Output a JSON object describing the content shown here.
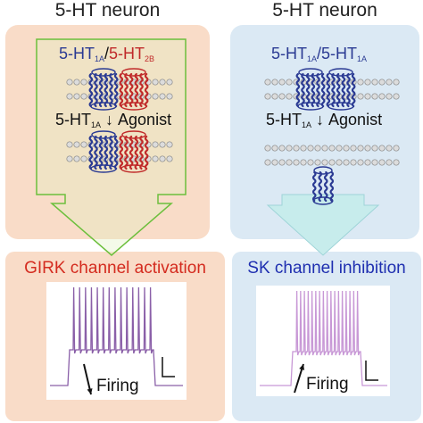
{
  "panels": {
    "left": {
      "heading": "5-HT neuron",
      "receptor": {
        "a": "5-HT",
        "a_sub": "1A",
        "slash": "/",
        "b": "5-HT",
        "b_sub": "2B"
      },
      "agonist": {
        "pre": "5-HT",
        "sub": "1A",
        "post": "Agonist"
      },
      "result": "GIRK channel activation",
      "firing": "Firing"
    },
    "right": {
      "heading": "5-HT neuron",
      "receptor": {
        "a": "5-HT",
        "a_sub": "1A",
        "slash": "/",
        "b": "5-HT",
        "b_sub": "1A"
      },
      "agonist": {
        "pre": "5-HT",
        "sub": "1A",
        "post": "Agonist"
      },
      "result": "SK channel inhibition",
      "firing": "Firing"
    }
  },
  "colors": {
    "left_bg": "#f9dcc8",
    "right_bg": "#dbe9f4",
    "left_arrow": "#dff0c0",
    "right_arrow": "#c7ecec",
    "frame_green": "#6cbf3c",
    "receptor_blue": "#2a3a93",
    "receptor_red": "#c02a2a",
    "result_red": "#d42b1f",
    "result_blue": "#1f2fb0",
    "trace_purple": "#8a5fa8",
    "trace_pink": "#c898d6"
  },
  "icons": [
    "membrane-bilayer-icon",
    "receptor-protein-icon",
    "down-arrow-icon",
    "scale-bar-icon"
  ]
}
